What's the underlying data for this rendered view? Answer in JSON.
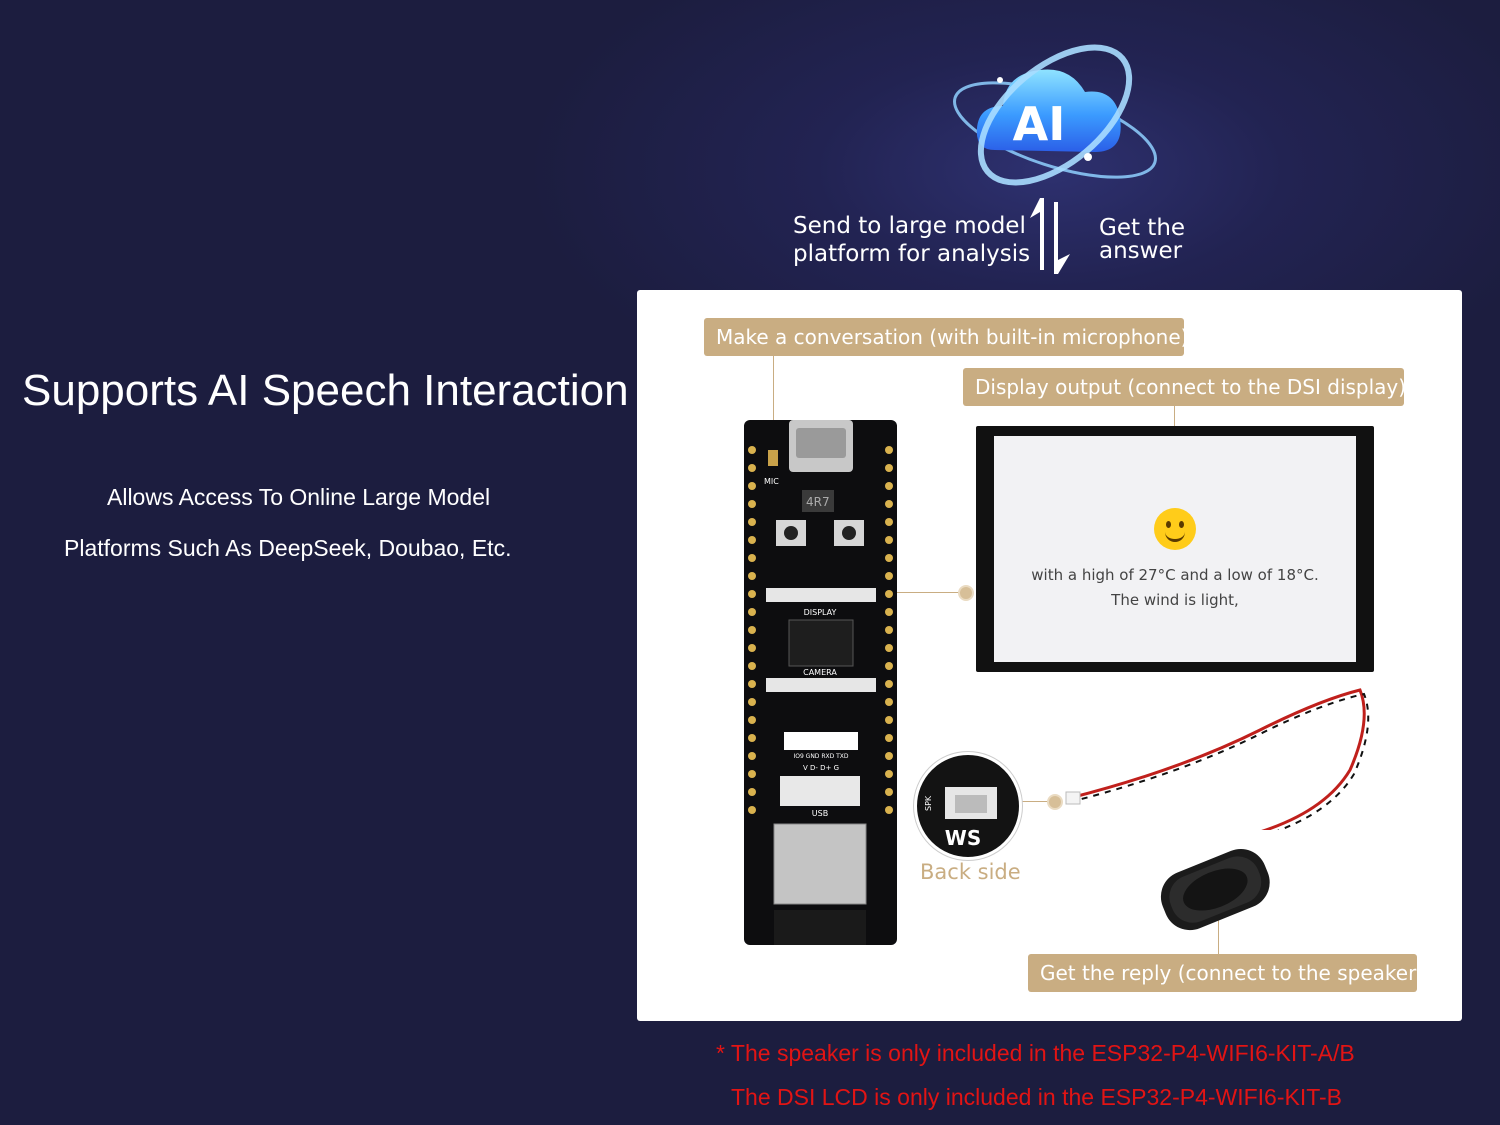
{
  "headline": "Supports AI Speech Interaction",
  "subtitle_lines": [
    "Allows Access To Online Large Model",
    "Platforms Such As DeepSeek, Doubao, Etc."
  ],
  "ai_logo": {
    "label": "AI",
    "icon": "ai-cloud-orbit-icon"
  },
  "flow": {
    "send": [
      "Send to large model",
      "platform for analysis"
    ],
    "get": [
      "Get the",
      "answer"
    ],
    "arrows_icon": "up-down-arrows-icon"
  },
  "tags": {
    "mic": "Make a conversation (with built-in microphone)",
    "display": "Display output (connect to the DSI display)",
    "speaker": "Get the reply (connect to the speaker)"
  },
  "lcd_screen": {
    "emoji": "🙂",
    "line1": "with a high of 27°C and a low of 18°C.",
    "line2": "The wind is light,"
  },
  "board_labels": {
    "mic": "MIC",
    "display": "DISPLAY",
    "camera": "CAMERA",
    "usb": "USB",
    "chip_code": "4R7",
    "uart_pins": "IO9  GND  RXD  TXD",
    "vdd": "V D- D+ G",
    "spk": "SPK"
  },
  "backside_label": "Back side",
  "notes": [
    "* The speaker is only included in the ESP32-P4-WIFI6-KIT-A/B",
    "The DSI LCD is only included in the ESP32-P4-WIFI6-KIT-B"
  ],
  "colors": {
    "background": "#1c1d3f",
    "tag": "#c9ad82",
    "note": "#e21414"
  }
}
